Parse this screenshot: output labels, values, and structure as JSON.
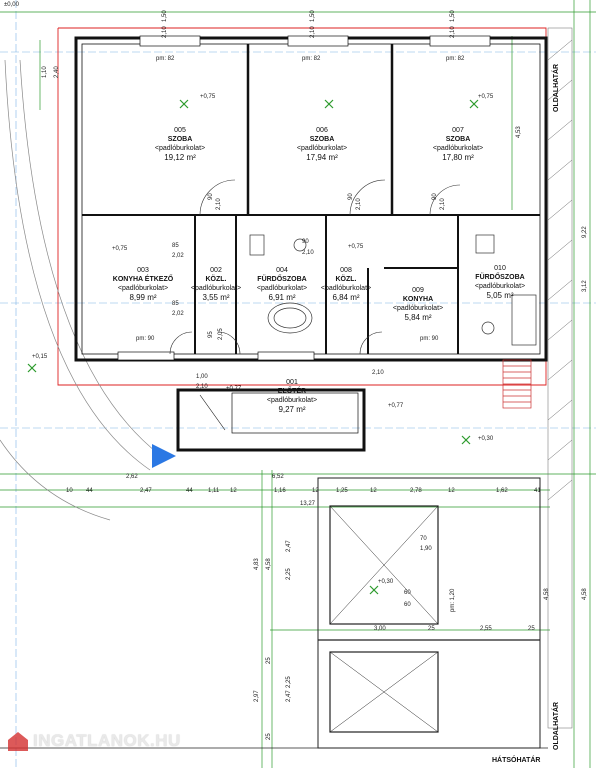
{
  "rooms": [
    {
      "num": "005",
      "name": "SZOBA",
      "floor": "<padlóburkolat>",
      "area": "19,12 m²"
    },
    {
      "num": "006",
      "name": "SZOBA",
      "floor": "<padlóburkolat>",
      "area": "17,94 m²"
    },
    {
      "num": "007",
      "name": "SZOBA",
      "floor": "<padlóburkolat>",
      "area": "17,80 m²"
    },
    {
      "num": "003",
      "name": "KONYHA ÉTKEZŐ",
      "floor": "<padlóburkolat>",
      "area": "8,99 m²"
    },
    {
      "num": "002",
      "name": "KÖZL.",
      "floor": "<padlóburkolat>",
      "area": "3,55 m²"
    },
    {
      "num": "004",
      "name": "FÜRDŐSZOBA",
      "floor": "<padlóburkolat>",
      "area": "6,91 m²"
    },
    {
      "num": "008",
      "name": "KÖZL.",
      "floor": "<padlóburkolat>",
      "area": "6,84 m²"
    },
    {
      "num": "009",
      "name": "KONYHA",
      "floor": "<padlóburkolat>",
      "area": "5,84 m²"
    },
    {
      "num": "010",
      "name": "FÜRDŐSZOBA",
      "floor": "<padlóburkolat>",
      "area": "5,05 m²"
    },
    {
      "num": "001",
      "name": "ELŐTÉR",
      "floor": "<padlóburkolat>",
      "area": "9,27 m²"
    }
  ],
  "labels": {
    "oldalhatar_top": "OLDALHATÁR",
    "oldalhatar_bottom": "OLDALHATÁR",
    "hatsohatar": "HÁTSÓHATÁR",
    "watermark": "INGATLANOK.HU"
  },
  "levels": {
    "l1": "±0,00",
    "l2": "+0,75",
    "l3": "+0,75",
    "l4": "+0,75",
    "l5": "+0,75",
    "l6": "+0,15",
    "l7": "+0,77",
    "l8": "+0,77",
    "l9": "+0,30",
    "l10": "+0,30"
  },
  "window_marks": {
    "pm1": "pm: 82",
    "pm2": "pm: 82",
    "pm3": "pm: 82",
    "pm4": "pm: 1,20"
  },
  "top_dims": {
    "d1": "1,50",
    "d2": "1,50",
    "d3": "1,50",
    "d4": "2,10",
    "d5": "2,10",
    "d6": "2,10"
  },
  "row_dims": {
    "r1": [
      "10",
      "44",
      "2,47",
      "44",
      "1,11",
      "12",
      "1,16",
      "12",
      "1,25",
      "12",
      "2,78",
      "12",
      "1,62",
      "41"
    ],
    "r2": "2,62",
    "r3": "13,27",
    "r4": "6,52",
    "r5": [
      "3,00",
      "25",
      "2,55",
      "25"
    ]
  },
  "vert_dims": {
    "v1": "1,10",
    "v2": "2,40",
    "v3": "4,53",
    "v4": "9,22",
    "v5": "3,12",
    "v6": "4,58",
    "v7": "4,83",
    "v8": "4,58",
    "v9": "2,47",
    "v10": "2,25",
    "v11": "2,97",
    "v12": "2,47",
    "v13": "2,25",
    "v14": "4,58",
    "v15": "25",
    "v16": "25"
  },
  "small_dims": {
    "s1": "85",
    "s2": "2,02",
    "s3": "85",
    "s4": "2,02",
    "s5": "90",
    "s6": "2,10",
    "s7": "95",
    "s8": "2,05",
    "s9": "90",
    "s10": "2,10",
    "s11": "90",
    "s12": "2,10",
    "s13": "90",
    "s14": "2,10",
    "s15": "1,00",
    "s16": "2,10",
    "s17": "2,10",
    "s18": "pm: 90",
    "s19": "pm: 90",
    "s20": "70",
    "s21": "1,90",
    "s22": "60",
    "s23": "60"
  }
}
